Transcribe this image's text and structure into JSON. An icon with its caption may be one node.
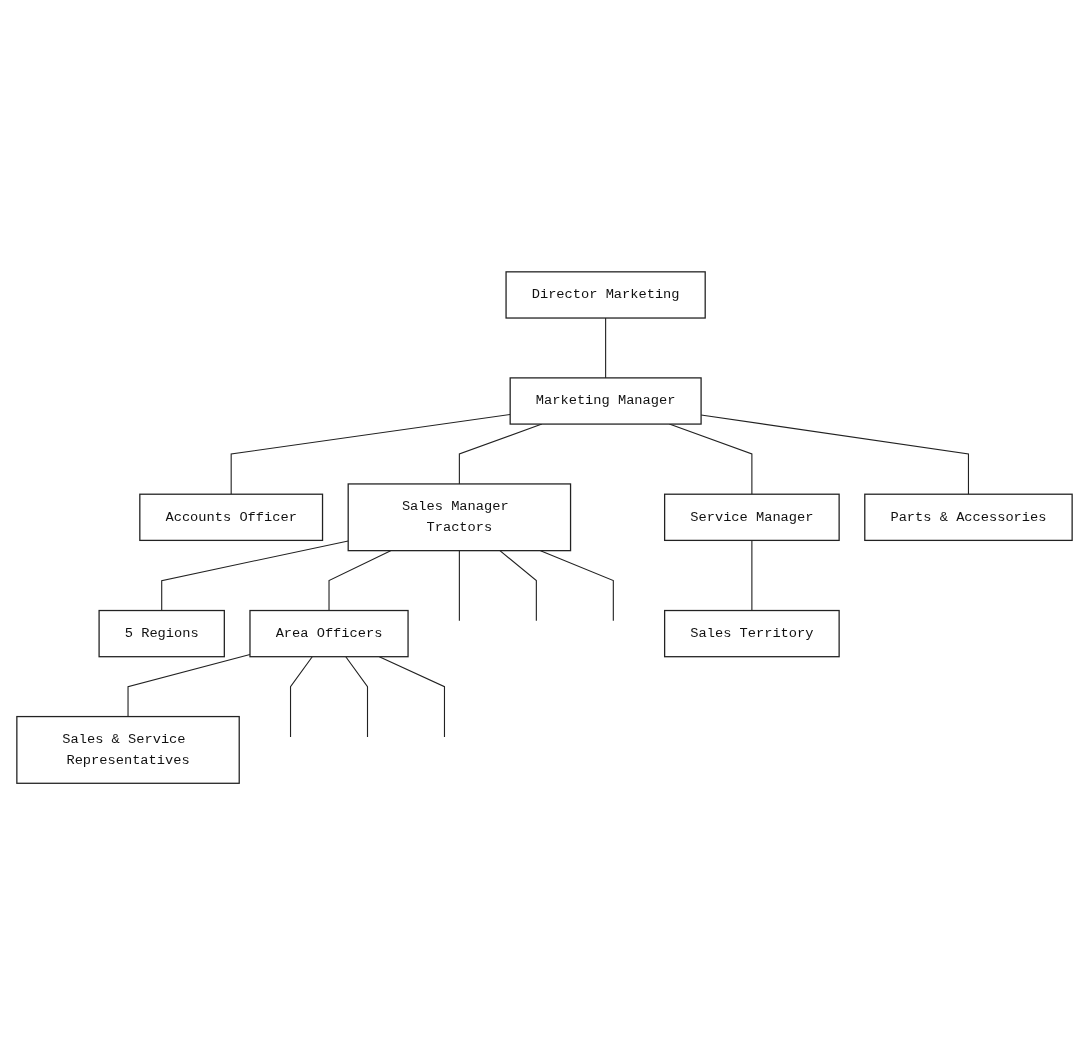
{
  "diagram": {
    "nodes": [
      {
        "text": [
          "Director Marketing"
        ]
      },
      {
        "text": [
          "Marketing Manager"
        ]
      },
      {
        "text": [
          "Accounts Officer"
        ]
      },
      {
        "text": [
          "Service Manager"
        ]
      },
      {
        "text": [
          "Parts & Accessories"
        ]
      },
      {
        "text": [
          "Sales Manager Tractors"
        ]
      },
      {
        "text": [
          "5 Regions"
        ]
      },
      {
        "text": [
          "Area Officers"
        ]
      },
      {
        "text": [
          "Sales & Service Representatives"
        ]
      },
      {
        "text": [
          "Sales Territory"
        ]
      }
    ],
    "edges": [
      {
        "from": 0,
        "to": 1,
        "arrow": "none"
      },
      {
        "from": 1,
        "to": 2,
        "arrow": "none"
      },
      {
        "from": 1,
        "to": 5,
        "arrow": "none"
      },
      {
        "from": 1,
        "to": 3,
        "arrow": "none"
      },
      {
        "from": 1,
        "to": 4,
        "arrow": "none"
      },
      {
        "from": 3,
        "to": 9,
        "arrow": "none"
      },
      {
        "from": 5,
        "to": 6,
        "arrow": "none"
      },
      {
        "from": 5,
        "to": 7,
        "arrow": "none"
      },
      {
        "from": 5,
        "to": null,
        "arrow": "none"
      },
      {
        "from": 5,
        "to": null,
        "arrow": "none"
      },
      {
        "from": 5,
        "to": null,
        "arrow": "none"
      },
      {
        "from": 7,
        "to": 8,
        "arrow": "none"
      },
      {
        "from": 7,
        "to": null,
        "arrow": "none"
      },
      {
        "from": 7,
        "to": null,
        "arrow": "none"
      },
      {
        "from": 7,
        "to": null,
        "arrow": "none"
      }
    ]
  }
}
